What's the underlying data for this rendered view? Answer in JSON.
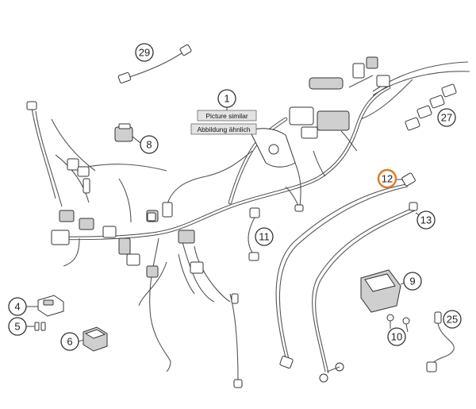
{
  "note": {
    "line1": "Picture similar",
    "line2": "Abbildung ähnlich"
  },
  "callouts": [
    {
      "id": "1",
      "highlight": false
    },
    {
      "id": "4",
      "highlight": false
    },
    {
      "id": "5",
      "highlight": false
    },
    {
      "id": "6",
      "highlight": false
    },
    {
      "id": "8",
      "highlight": false
    },
    {
      "id": "9",
      "highlight": false
    },
    {
      "id": "10",
      "highlight": false
    },
    {
      "id": "11",
      "highlight": false
    },
    {
      "id": "12",
      "highlight": true
    },
    {
      "id": "13",
      "highlight": false
    },
    {
      "id": "25",
      "highlight": false
    },
    {
      "id": "27",
      "highlight": false
    },
    {
      "id": "29",
      "highlight": false
    }
  ],
  "colors": {
    "highlight": "#e07a1f",
    "line": "#333333"
  }
}
